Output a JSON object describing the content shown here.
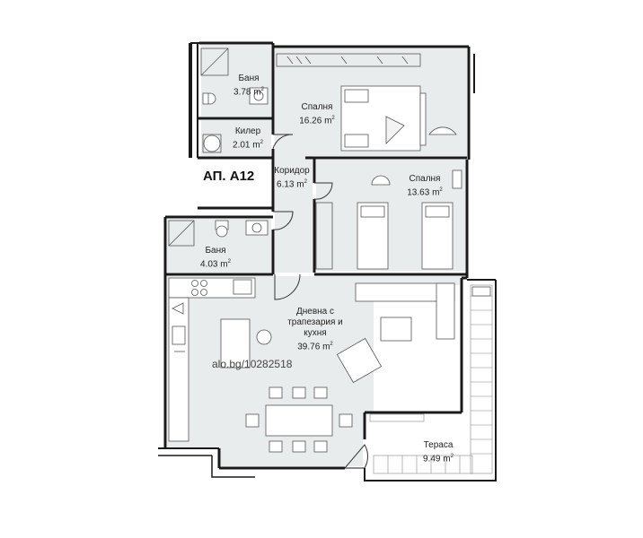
{
  "apartment": {
    "label": "АП. А12"
  },
  "unit": "m",
  "rooms": [
    {
      "id": "bath1",
      "name": "Баня",
      "area": "3.78"
    },
    {
      "id": "bedroom1",
      "name": "Спалня",
      "area": "16.26"
    },
    {
      "id": "pantry",
      "name": "Килер",
      "area": "2.01"
    },
    {
      "id": "corridor",
      "name": "Коридор",
      "area": "6.13"
    },
    {
      "id": "bedroom2",
      "name": "Спалня",
      "area": "13.63"
    },
    {
      "id": "bath2",
      "name": "Баня",
      "area": "4.03"
    },
    {
      "id": "living",
      "name": "Дневна с\nтрапезария и\nкухня",
      "area": "39.76"
    },
    {
      "id": "terrace",
      "name": "Тераса",
      "area": "9.49"
    }
  ],
  "watermark": "alo.bg/10282518"
}
